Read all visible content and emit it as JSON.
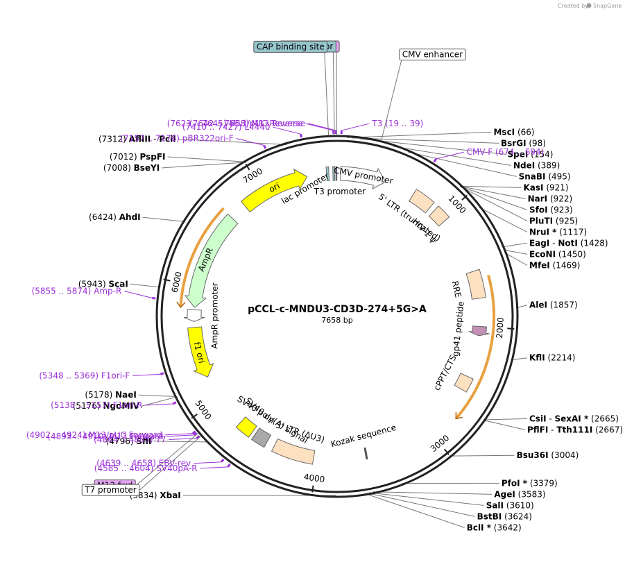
{
  "credit": {
    "prefix": "Created by",
    "brand": "SnapGene"
  },
  "plasmid": {
    "name": "pCCL-c-MNDU3-CD3D-274+5G>A",
    "size_label": "7658 bp",
    "length": 7658
  },
  "ticks": [
    {
      "pos": 1000,
      "label": "1000"
    },
    {
      "pos": 2000,
      "label": "2000"
    },
    {
      "pos": 3000,
      "label": "3000"
    },
    {
      "pos": 4000,
      "label": "4000"
    },
    {
      "pos": 5000,
      "label": "5000"
    },
    {
      "pos": 6000,
      "label": "6000"
    },
    {
      "pos": 7000,
      "label": "7000"
    }
  ],
  "enzymes": [
    {
      "pos": 66,
      "parts": [
        {
          "t": "MscI",
          "b": true
        },
        {
          "t": "  (66)"
        }
      ]
    },
    {
      "pos": 98,
      "parts": [
        {
          "t": "BsrGI",
          "b": true
        },
        {
          "t": "  (98)"
        }
      ]
    },
    {
      "pos": 154,
      "parts": [
        {
          "t": "SpeI",
          "b": true
        },
        {
          "t": "  (154)"
        }
      ]
    },
    {
      "pos": 389,
      "parts": [
        {
          "t": "NdeI",
          "b": true
        },
        {
          "t": "  (389)"
        }
      ]
    },
    {
      "pos": 495,
      "parts": [
        {
          "t": "SnaBI",
          "b": true
        },
        {
          "t": "  (495)"
        }
      ]
    },
    {
      "pos": 921,
      "parts": [
        {
          "t": "KasI",
          "b": true
        },
        {
          "t": "  (921)"
        }
      ]
    },
    {
      "pos": 922,
      "parts": [
        {
          "t": "NarI",
          "b": true
        },
        {
          "t": "  (922)"
        }
      ]
    },
    {
      "pos": 923,
      "parts": [
        {
          "t": "SfoI",
          "b": true
        },
        {
          "t": "  (923)"
        }
      ]
    },
    {
      "pos": 925,
      "parts": [
        {
          "t": "PluTI",
          "b": true
        },
        {
          "t": "  (925)"
        }
      ]
    },
    {
      "pos": 1117,
      "parts": [
        {
          "t": "NruI *",
          "b": true
        },
        {
          "t": "  (1117)"
        }
      ]
    },
    {
      "pos": 1428,
      "parts": [
        {
          "t": "EagI",
          "b": true
        },
        {
          "t": " - "
        },
        {
          "t": "NotI",
          "b": true
        },
        {
          "t": "  (1428)"
        }
      ]
    },
    {
      "pos": 1450,
      "parts": [
        {
          "t": "EcoNI",
          "b": true
        },
        {
          "t": "  (1450)"
        }
      ]
    },
    {
      "pos": 1469,
      "parts": [
        {
          "t": "MfeI",
          "b": true
        },
        {
          "t": "  (1469)"
        }
      ]
    },
    {
      "pos": 1857,
      "parts": [
        {
          "t": "AleI",
          "b": true
        },
        {
          "t": "  (1857)"
        }
      ]
    },
    {
      "pos": 2214,
      "parts": [
        {
          "t": "KflI",
          "b": true
        },
        {
          "t": "  (2214)"
        }
      ]
    },
    {
      "pos": 2665,
      "parts": [
        {
          "t": "CsiI",
          "b": true
        },
        {
          "t": " - "
        },
        {
          "t": "SexAI *",
          "b": true
        },
        {
          "t": "  (2665)"
        }
      ]
    },
    {
      "pos": 2667,
      "parts": [
        {
          "t": "PflFI",
          "b": true
        },
        {
          "t": " - "
        },
        {
          "t": "Tth111I",
          "b": true
        },
        {
          "t": "  (2667)"
        }
      ]
    },
    {
      "pos": 3004,
      "parts": [
        {
          "t": "Bsu36I",
          "b": true
        },
        {
          "t": "  (3004)"
        }
      ]
    },
    {
      "pos": 3379,
      "parts": [
        {
          "t": "PfoI *",
          "b": true
        },
        {
          "t": "  (3379)"
        }
      ]
    },
    {
      "pos": 3583,
      "parts": [
        {
          "t": "AgeI",
          "b": true
        },
        {
          "t": "  (3583)"
        }
      ]
    },
    {
      "pos": 3610,
      "parts": [
        {
          "t": "SalI",
          "b": true
        },
        {
          "t": "  (3610)"
        }
      ]
    },
    {
      "pos": 3624,
      "parts": [
        {
          "t": "BstBI",
          "b": true
        },
        {
          "t": "  (3624)"
        }
      ]
    },
    {
      "pos": 3642,
      "parts": [
        {
          "t": "BclI *",
          "b": true
        },
        {
          "t": "  (3642)"
        }
      ]
    },
    {
      "pos": 3834,
      "parts": [
        {
          "t": "(3834)  "
        },
        {
          "t": "XbaI",
          "b": true
        }
      ]
    },
    {
      "pos": 4796,
      "parts": [
        {
          "t": "(4796)  "
        },
        {
          "t": "SfiI",
          "b": true
        }
      ]
    },
    {
      "pos": 5176,
      "parts": [
        {
          "t": "(5176)  "
        },
        {
          "t": "NgoMIV",
          "b": true
        }
      ]
    },
    {
      "pos": 5178,
      "parts": [
        {
          "t": "(5178)  "
        },
        {
          "t": "NaeI",
          "b": true
        }
      ]
    },
    {
      "pos": 5943,
      "parts": [
        {
          "t": "(5943)  "
        },
        {
          "t": "ScaI",
          "b": true
        }
      ]
    },
    {
      "pos": 6424,
      "parts": [
        {
          "t": "(6424)  "
        },
        {
          "t": "AhdI",
          "b": true
        }
      ]
    },
    {
      "pos": 7008,
      "parts": [
        {
          "t": "(7008)  "
        },
        {
          "t": "BseYI",
          "b": true
        }
      ]
    },
    {
      "pos": 7012,
      "parts": [
        {
          "t": "(7012)  "
        },
        {
          "t": "PspFI",
          "b": true
        }
      ]
    },
    {
      "pos": 7312,
      "parts": [
        {
          "t": "(7312)  "
        },
        {
          "t": "AflIII",
          "b": true
        },
        {
          "t": "  -  "
        },
        {
          "t": "PciI",
          "b": true
        }
      ]
    }
  ],
  "primers": [
    {
      "pos": 29,
      "text": "T3    (19 .. 39)"
    },
    {
      "pos": 684,
      "text": "CMV-F    (674 .. 694)"
    },
    {
      "pos": 7650,
      "text": "(7642 .. 7658)   M13 Reverse"
    },
    {
      "pos": 7634,
      "text": "(7623 .. 7645)   M13/pUC Reverse"
    },
    {
      "pos": 7418,
      "text": "(7410 .. 7427)   L4440"
    },
    {
      "pos": 7166,
      "text": "(7157 .. 7176)   pBR322ori-F"
    },
    {
      "pos": 5864,
      "text": "(5855 .. 5874)   Amp-R"
    },
    {
      "pos": 5358,
      "text": "(5348 .. 5369)   F1ori-F"
    },
    {
      "pos": 5147,
      "text": "(5138 .. 5157)   F1ori-R"
    },
    {
      "pos": 4913,
      "text": "(4902 .. 4924)   M13/pUC Forward"
    },
    {
      "pos": 4901,
      "text": "(4893 .. 4910)   M13 Forward"
    },
    {
      "pos": 4873,
      "text": "(4864 .. 4883)   T7"
    },
    {
      "pos": 4648,
      "text": "(4639 .. 4658)   EBV-rev"
    },
    {
      "pos": 4594,
      "text": "(4585 .. 4604)   SV40pA-R"
    }
  ],
  "boxed_labels": [
    {
      "pos": 7655,
      "text": "M13 rev",
      "fill": "#e3a6f2"
    },
    {
      "pos": 7640,
      "text": "lac operator",
      "fill": "#96c6ce"
    },
    {
      "pos": 7600,
      "text": "CAP binding site",
      "fill": "#96c6ce"
    },
    {
      "pos": 300,
      "text": "CMV enhancer",
      "fill": "#ffffff"
    },
    {
      "pos": 4892,
      "text": "M13 fwd",
      "fill": "#e3a6f2"
    },
    {
      "pos": 4865,
      "text": "T7 promoter",
      "fill": "#ffffff"
    }
  ],
  "features": [
    {
      "start": 30,
      "end": 420,
      "strand": 1,
      "fill": "#ffffff",
      "label": "CMV promoter"
    },
    {
      "start": 680,
      "end": 860,
      "strand": 0,
      "fill": "#fde0c0",
      "label": "5' LTR (truncated)"
    },
    {
      "start": 905,
      "end": 1030,
      "strand": 0,
      "fill": "#fde0c0",
      "label": "HIV-1 ψ"
    },
    {
      "start": 1525,
      "end": 1760,
      "strand": 0,
      "fill": "#fde0c0",
      "label": "RRE"
    },
    {
      "start": 2000,
      "end": 2080,
      "strand": 1,
      "fill": "#c38fb5",
      "label": "gp41 peptide"
    },
    {
      "start": 2440,
      "end": 2560,
      "strand": 0,
      "fill": "#fde0c0",
      "label": "cPPT/CTS"
    },
    {
      "start": 4030,
      "end": 4380,
      "strand": 0,
      "fill": "#fde0c0",
      "label": "3' LTR (ΔU3)"
    },
    {
      "start": 4450,
      "end": 4570,
      "strand": 0,
      "fill": "#a9a9a9",
      "label": "SV40 poly(A) signal"
    },
    {
      "start": 4600,
      "end": 4730,
      "strand": 0,
      "fill": "#ffff00",
      "label": "SV40 ori"
    },
    {
      "start": 5210,
      "end": 5650,
      "strand": -1,
      "fill": "#ffff00",
      "label": "f1 ori"
    },
    {
      "start": 5700,
      "end": 5800,
      "strand": -1,
      "fill": "#ffffff",
      "label": "AmpR promoter"
    },
    {
      "start": 5820,
      "end": 6660,
      "strand": -1,
      "fill": "#ccffcc",
      "label": "AmpR"
    },
    {
      "start": 6810,
      "end": 7400,
      "strand": 1,
      "fill": "#ffff00",
      "label": "ori"
    },
    {
      "start": 7568,
      "end": 7588,
      "strand": 0,
      "fill": "#96c6ce",
      "label": ""
    },
    {
      "start": 7622,
      "end": 7638,
      "strand": 0,
      "fill": "#96c6ce",
      "label": ""
    },
    {
      "start": 7648,
      "end": 7656,
      "strand": 0,
      "fill": "#8a40d0",
      "label": ""
    }
  ],
  "inner_labels": [
    {
      "text": "lac promoter"
    },
    {
      "text": "T3 promoter"
    },
    {
      "text": "Kozak sequence"
    }
  ],
  "orf_arcs": [
    {
      "start": 1590,
      "end": 2780,
      "strand": 1
    },
    {
      "start": 5815,
      "end": 6672,
      "strand": -1
    }
  ]
}
